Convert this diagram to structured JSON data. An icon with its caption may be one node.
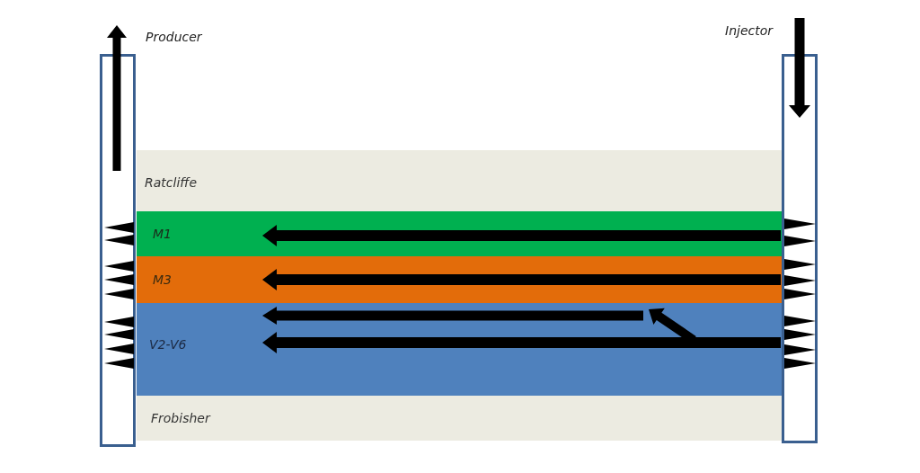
{
  "diagram": {
    "nodes": [
      {
        "text": [
          "Producer"
        ]
      },
      {
        "text": [
          "Injector"
        ]
      },
      {
        "text": [
          "Ratcliffe"
        ]
      },
      {
        "text": [
          "M1"
        ]
      },
      {
        "text": [
          "M3"
        ]
      },
      {
        "text": [
          "V2-V6"
        ]
      },
      {
        "text": [
          "Frobisher"
        ]
      }
    ]
  }
}
